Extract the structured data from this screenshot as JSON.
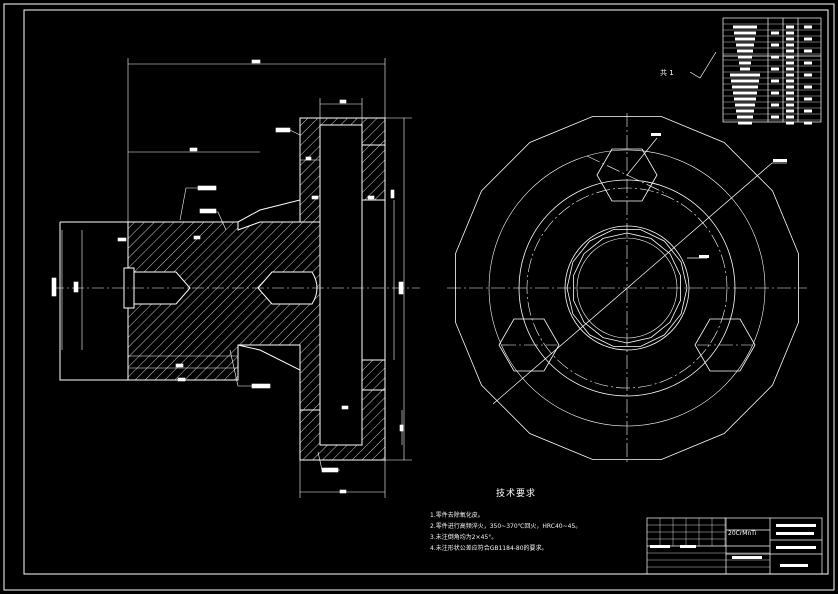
{
  "drawing": {
    "tech_requirements": {
      "title": "技术要求",
      "items": [
        "1.零件去除氧化皮。",
        "2.零件进行高频淬火，350~370℃回火，HRC40~45。",
        "3.未注倒角均为2×45°。",
        "4.未注形状公差应符合GB1184-80的要求。"
      ]
    },
    "material": "20CrMnTi",
    "count_label": "共 1"
  },
  "colors": {
    "background": "#000000",
    "lines": "#ffffff"
  }
}
